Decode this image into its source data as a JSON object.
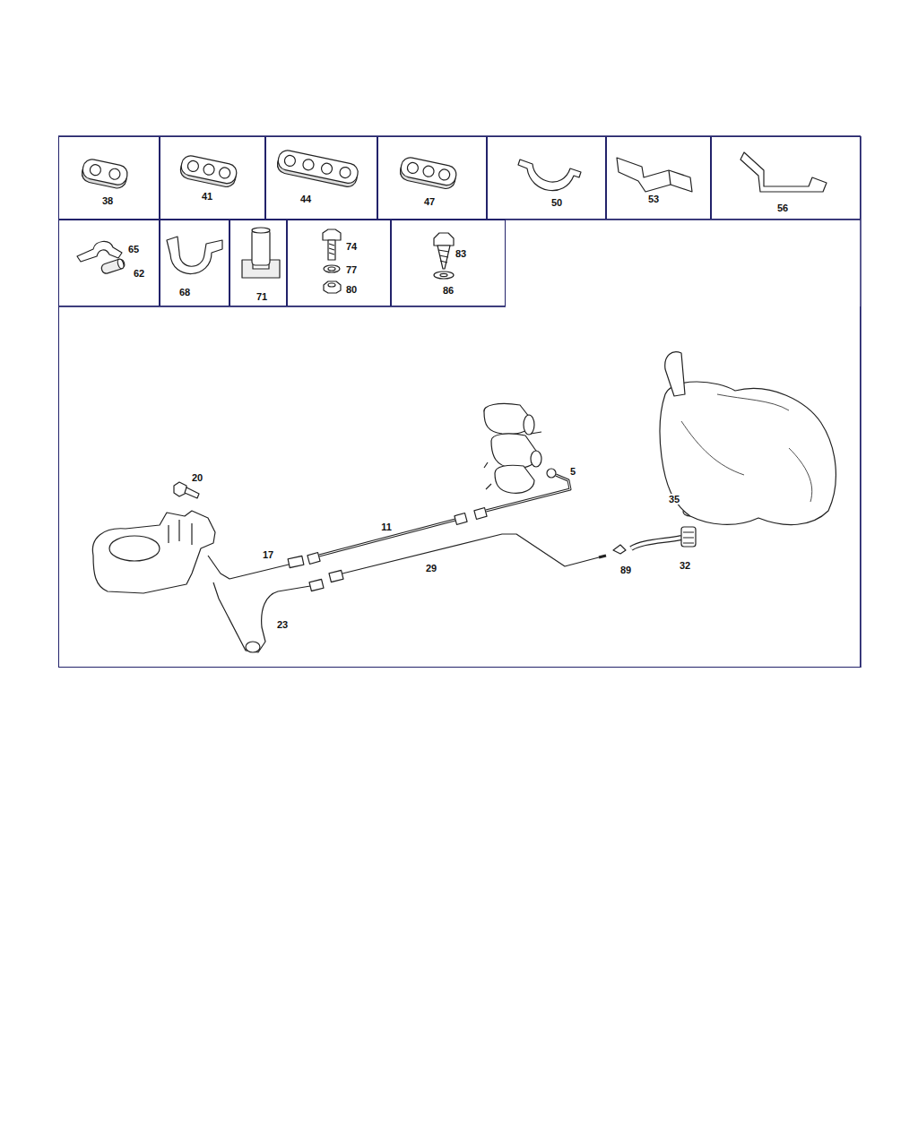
{
  "diagram": {
    "nodes": [
      {
        "text": [
          "38"
        ]
      },
      {
        "text": [
          "41"
        ]
      },
      {
        "text": [
          "44"
        ]
      },
      {
        "text": [
          "47"
        ]
      },
      {
        "text": [
          "50"
        ]
      },
      {
        "text": [
          "53"
        ]
      },
      {
        "text": [
          "56"
        ]
      },
      {
        "text": [
          "65",
          "62"
        ]
      },
      {
        "text": [
          "68"
        ]
      },
      {
        "text": [
          "71"
        ]
      },
      {
        "text": [
          "74",
          "77",
          "80"
        ]
      },
      {
        "text": [
          "83",
          "86"
        ]
      },
      {
        "text": [
          "20",
          "5",
          "11",
          "35",
          "17",
          "29",
          "89",
          "32",
          "23"
        ]
      }
    ]
  }
}
